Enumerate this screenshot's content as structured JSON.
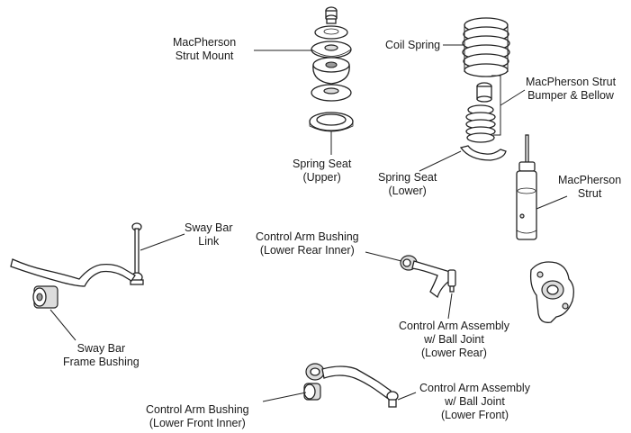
{
  "labels": {
    "strut_mount": [
      "MacPherson",
      "Strut Mount"
    ],
    "coil_spring": [
      "Coil Spring"
    ],
    "bumper_bellow": [
      "MacPherson Strut",
      "Bumper & Bellow"
    ],
    "spring_seat_upper": [
      "Spring Seat",
      "(Upper)"
    ],
    "spring_seat_lower": [
      "Spring Seat",
      "(Lower)"
    ],
    "strut": [
      "MacPherson",
      "Strut"
    ],
    "sway_bar_link": [
      "Sway Bar",
      "Link"
    ],
    "ca_bushing_rear": [
      "Control Arm Bushing",
      "(Lower Rear Inner)"
    ],
    "sway_bar_bushing": [
      "Sway Bar",
      "Frame Bushing"
    ],
    "ca_assembly_rear": [
      "Control Arm Assembly",
      "w/ Ball Joint",
      "(Lower Rear)"
    ],
    "ca_bushing_front": [
      "Control Arm Bushing",
      "(Lower Front Inner)"
    ],
    "ca_assembly_front": [
      "Control Arm Assembly",
      "w/ Ball Joint",
      "(Lower Front)"
    ]
  },
  "icons": {
    "strut_mount": "strut-mount-icon",
    "coil_spring": "coil-spring-icon",
    "bumper": "strut-bumper-bellow-icon",
    "strut": "strut-icon",
    "knuckle": "steering-knuckle-icon",
    "sway_bar": "sway-bar-icon"
  }
}
